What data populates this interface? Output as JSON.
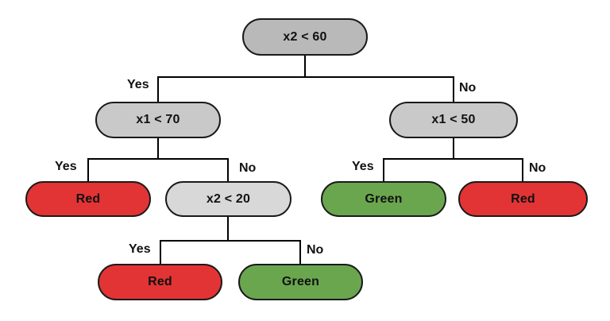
{
  "colors": {
    "background": "#ffffff",
    "line": "#000000",
    "node_border": "#1a1a1a",
    "node_text": "#111111",
    "edge_label_color": "#111111",
    "decision_fill_root": "#b9b9b9",
    "decision_fill": "#c9c9c9",
    "decision_fill_light": "#d8d8d8",
    "leaf_red_fill": "#e23434",
    "leaf_green_fill": "#6aa64e"
  },
  "tree": {
    "type": "decision-tree",
    "nodes": [
      {
        "id": "root",
        "label": "x2 < 60",
        "kind": "decision"
      },
      {
        "id": "x1-lt-70",
        "label": "x1 < 70",
        "kind": "decision"
      },
      {
        "id": "x1-lt-50",
        "label": "x1 < 50",
        "kind": "decision"
      },
      {
        "id": "leaf-red-1",
        "label": "Red",
        "kind": "leaf"
      },
      {
        "id": "x2-lt-20",
        "label": "x2 < 20",
        "kind": "decision"
      },
      {
        "id": "leaf-green-1",
        "label": "Green",
        "kind": "leaf"
      },
      {
        "id": "leaf-red-2",
        "label": "Red",
        "kind": "leaf"
      },
      {
        "id": "leaf-red-3",
        "label": "Red",
        "kind": "leaf"
      },
      {
        "id": "leaf-green-2",
        "label": "Green",
        "kind": "leaf"
      }
    ],
    "edge_labels": [
      {
        "from": "root",
        "to": "x1-lt-70",
        "label": "Yes"
      },
      {
        "from": "root",
        "to": "x1-lt-50",
        "label": "No"
      },
      {
        "from": "x1-lt-70",
        "to": "leaf-red-1",
        "label": "Yes"
      },
      {
        "from": "x1-lt-70",
        "to": "x2-lt-20",
        "label": "No"
      },
      {
        "from": "x1-lt-50",
        "to": "leaf-green-1",
        "label": "Yes"
      },
      {
        "from": "x1-lt-50",
        "to": "leaf-red-2",
        "label": "No"
      },
      {
        "from": "x2-lt-20",
        "to": "leaf-red-3",
        "label": "Yes"
      },
      {
        "from": "x2-lt-20",
        "to": "leaf-green-2",
        "label": "No"
      }
    ]
  }
}
